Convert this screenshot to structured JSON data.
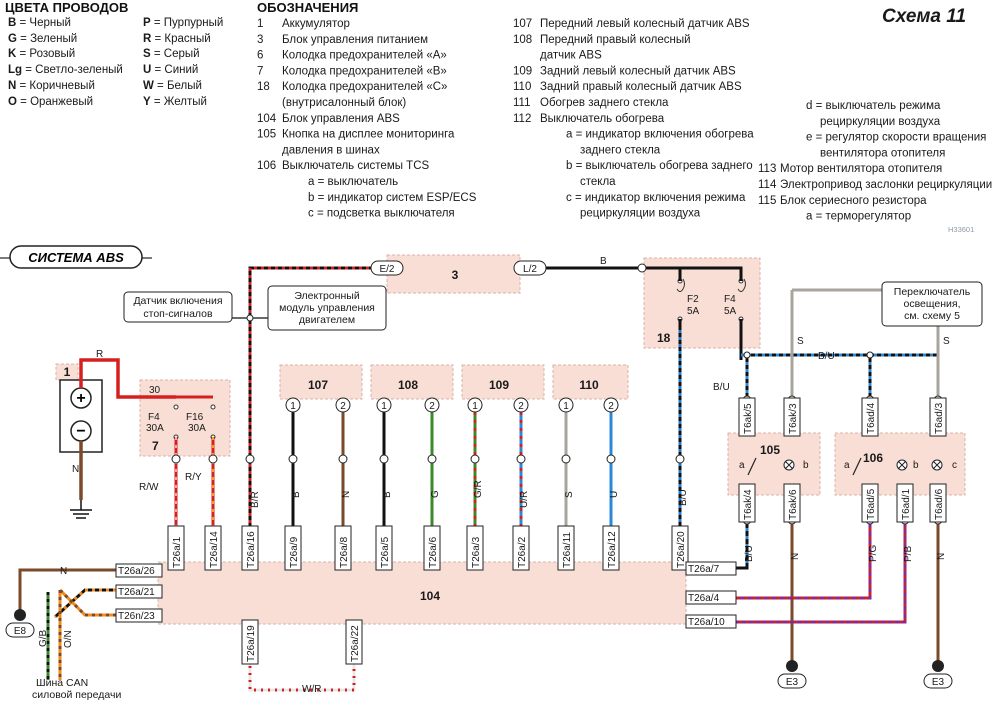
{
  "wire_colors": {
    "title": "ЦВЕТА ПРОВОДОВ",
    "left": [
      {
        "code": "B",
        "name": "Черный"
      },
      {
        "code": "G",
        "name": "Зеленый"
      },
      {
        "code": "K",
        "name": "Розовый"
      },
      {
        "code": "Lg",
        "name": "Светло-зеленый"
      },
      {
        "code": "N",
        "name": "Коричневый"
      },
      {
        "code": "O",
        "name": "Оранжевый"
      }
    ],
    "right": [
      {
        "code": "P",
        "name": "Пурпурный"
      },
      {
        "code": "R",
        "name": "Красный"
      },
      {
        "code": "S",
        "name": "Серый"
      },
      {
        "code": "U",
        "name": "Синий"
      },
      {
        "code": "W",
        "name": "Белый"
      },
      {
        "code": "Y",
        "name": "Желтый"
      }
    ]
  },
  "designations": {
    "title": "ОБОЗНАЧЕНИЯ",
    "col1": [
      {
        "n": "1",
        "t": "Аккумулятор"
      },
      {
        "n": "3",
        "t": "Блок управления питанием"
      },
      {
        "n": "6",
        "t": "Колодка предохранителей «А»"
      },
      {
        "n": "7",
        "t": "Колодка предохранителей «B»"
      },
      {
        "n": "18",
        "t": "Колодка предохранителей «C»"
      },
      {
        "n": "",
        "t": "(внутрисалонный блок)"
      },
      {
        "n": "104",
        "t": "Блок управления ABS"
      },
      {
        "n": "105",
        "t": "Кнопка на дисплее мониторинга"
      },
      {
        "n": "",
        "t": "давления в шинах"
      },
      {
        "n": "106",
        "t": "Выключатель системы TCS"
      },
      {
        "n": "",
        "t": "a = выключатель",
        "sub": true
      },
      {
        "n": "",
        "t": "b = индикатор систем ESP/ECS",
        "sub": true
      },
      {
        "n": "",
        "t": "c = подсветка выключателя",
        "sub": true
      }
    ],
    "col2": [
      {
        "n": "107",
        "t": "Передний левый колесный датчик ABS"
      },
      {
        "n": "108",
        "t": "Передний правый колесный"
      },
      {
        "n": "",
        "t": "датчик ABS"
      },
      {
        "n": "109",
        "t": "Задний левый колесный датчик ABS"
      },
      {
        "n": "110",
        "t": "Задний правый колесный датчик ABS"
      },
      {
        "n": "111",
        "t": "Обогрев заднего стекла"
      },
      {
        "n": "112",
        "t": "Выключатель обогрева"
      },
      {
        "n": "",
        "t": "a = индикатор включения обогрева",
        "sub": true
      },
      {
        "n": "",
        "t": "заднего стекла",
        "sub2": true
      },
      {
        "n": "",
        "t": "b = выключатель обогрева заднего",
        "sub": true
      },
      {
        "n": "",
        "t": "стекла",
        "sub2": true
      },
      {
        "n": "",
        "t": "c = индикатор включения режима",
        "sub": true
      },
      {
        "n": "",
        "t": "рециркуляции воздуха",
        "sub2": true
      }
    ],
    "col3": [
      {
        "n": "",
        "t": "d = выключатель режима",
        "sub": true
      },
      {
        "n": "",
        "t": "рециркуляции воздуха",
        "sub2": true
      },
      {
        "n": "",
        "t": "e = регулятор скорости вращения",
        "sub": true
      },
      {
        "n": "",
        "t": "вентилятора отопителя",
        "sub2": true
      },
      {
        "n": "113",
        "t": "Мотор вентилятора отопителя"
      },
      {
        "n": "114",
        "t": "Электропривод заслонки рециркуляции"
      },
      {
        "n": "115",
        "t": "Блок сериесного резистора"
      },
      {
        "n": "",
        "t": "a = терморегулятор",
        "sub": true
      }
    ]
  },
  "scheme_title": "Схема 11",
  "ref_code": "H33601",
  "system_label": "СИСТЕМА ABS",
  "components": {
    "c3": "3",
    "c18": "18",
    "c7": "7",
    "c1": "1",
    "c104": "104",
    "c105": "105",
    "c106": "106",
    "c107": "107",
    "c108": "108",
    "c109": "109",
    "c110": "110"
  },
  "callouts": {
    "brake_switch_1": "Датчик включения",
    "brake_switch_2": "стоп-сигналов",
    "ecm_1": "Электронный",
    "ecm_2": "модуль управления",
    "ecm_3": "двигателем",
    "light_sw_1": "Переключатель",
    "light_sw_2": "освещения,",
    "light_sw_3": "см. схему 5",
    "can_1": "Шина CAN",
    "can_2": "силовой передачи"
  },
  "fuses": {
    "f4_7": "F4",
    "f4_7_a": "30A",
    "f16": "F16",
    "f16_a": "30A",
    "t30": "30",
    "f2": "F2",
    "f2_a": "5A",
    "f4_18": "F4",
    "f4_18_a": "5A"
  },
  "wire_labels": {
    "e2": "E/2",
    "l2": "L/2",
    "b_top": "B",
    "r": "R",
    "n_batt": "N",
    "rw": "R/W",
    "ry": "R/Y",
    "bu_top": "B/U",
    "bu_left": "B/U",
    "s_105": "S",
    "s_light": "S",
    "n_left": "N",
    "wr": "W/R",
    "gb": "G/B",
    "on": "O/N",
    "br": "B/R",
    "ba": "B",
    "na": "N",
    "bb": "B",
    "ga": "G",
    "gr": "G/R",
    "ur": "U/R",
    "sa": "S",
    "ua": "U",
    "bu_mid": "B/U",
    "bu_105": "B/U",
    "n_105": "N",
    "pg": "P/G",
    "pb": "P/B",
    "n_106": "N"
  },
  "pins": {
    "p1": "1",
    "p2": "2",
    "t26a1": "T26a/1",
    "t26a14": "T26a/14",
    "t26a16": "T26a/16",
    "t26a9": "T26a/9",
    "t26a8": "T26a/8",
    "t26a5": "T26a/5",
    "t26a6": "T26a/6",
    "t26a3": "T26a/3",
    "t26a2": "T26a/2",
    "t26a11": "T26a/11",
    "t26a12": "T26a/12",
    "t26a20": "T26a/20",
    "t26a26": "T26a/26",
    "t26a21": "T26a/21",
    "t26n23": "T26n/23",
    "t26a19": "T26a/19",
    "t26a22": "T26a/22",
    "t26a7": "T26a/7",
    "t26a4": "T26a/4",
    "t26a10": "T26a/10",
    "t6ak5": "T6ak/5",
    "t6ak3": "T6ak/3",
    "t6ak4": "T6ak/4",
    "t6ak6": "T6ak/6",
    "t6ad4": "T6ad/4",
    "t6ad3": "T6ad/3",
    "t6ad5": "T6ad/5",
    "t6ad1": "T6ad/1",
    "t6ad6": "T6ad/6",
    "sw_a": "a",
    "sw_b": "b",
    "sw_a2": "a",
    "sw_b2": "b",
    "sw_c": "c"
  },
  "grounds": {
    "e8": "E8",
    "e3a": "E3",
    "e3b": "E3"
  }
}
